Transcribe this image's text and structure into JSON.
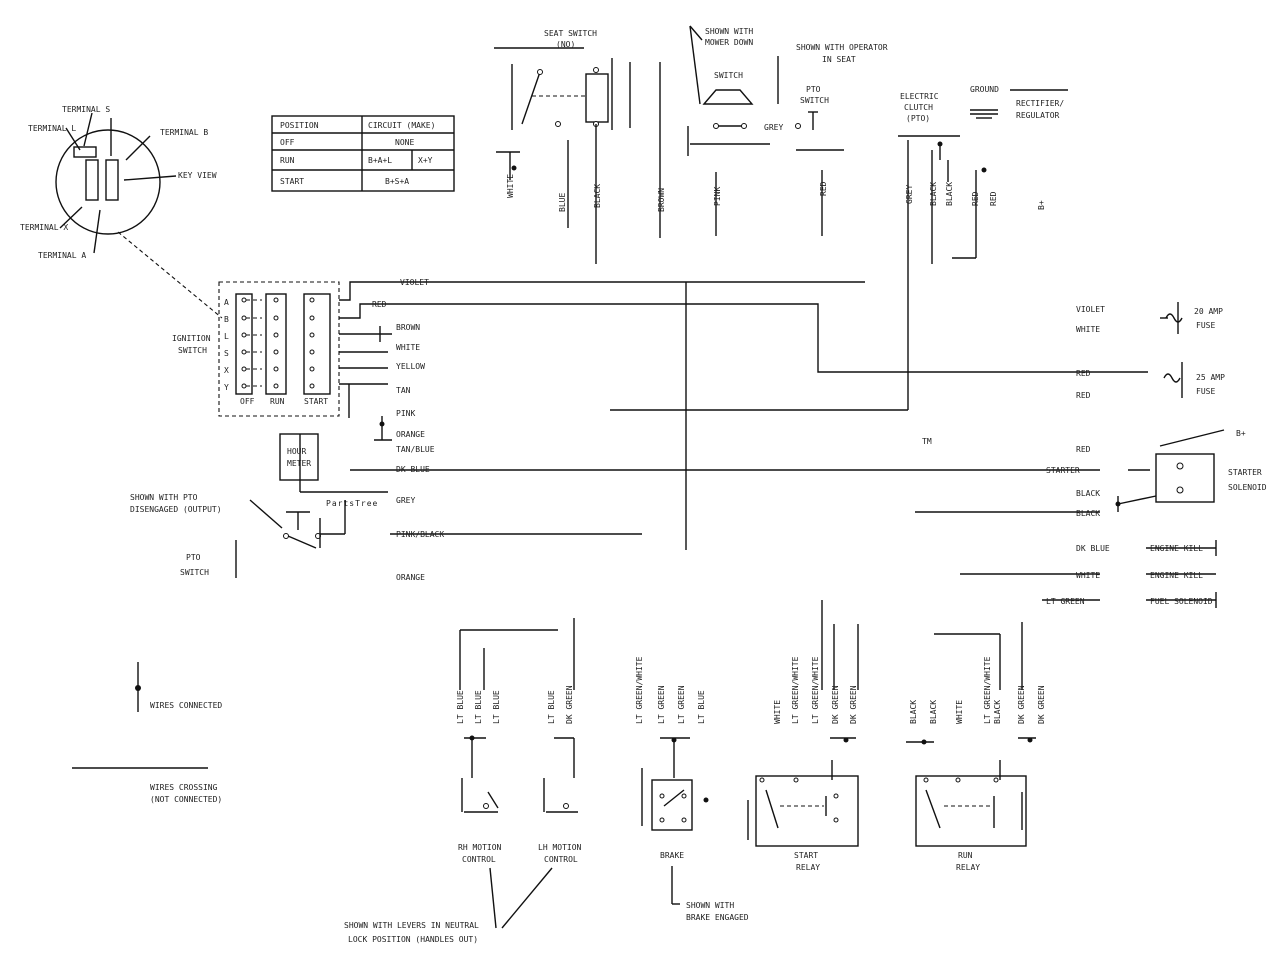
{
  "watermark": {
    "text": "PartsTree",
    "tm": "TM"
  },
  "key_switch": {
    "terminal_s": "TERMINAL S",
    "terminal_l": "TERMINAL L",
    "terminal_b": "TERMINAL B",
    "key_view": "KEY VIEW",
    "terminal_x": "TERMINAL X",
    "terminal_a": "TERMINAL A"
  },
  "position_table": {
    "headers": [
      "POSITION",
      "CIRCUIT (MAKE)"
    ],
    "rows": [
      [
        "OFF",
        "NONE"
      ],
      [
        "RUN",
        "B+A+L",
        "X+Y"
      ],
      [
        "START",
        "B+S+A"
      ]
    ]
  },
  "ignition_switch": {
    "label_1": "IGNITION",
    "label_2": "SWITCH",
    "row_letters": [
      "A",
      "B",
      "L",
      "S",
      "X",
      "Y"
    ],
    "col_labels": [
      "OFF",
      "RUN",
      "START"
    ]
  },
  "top_labels": {
    "seat_switch_1": "SEAT SWITCH",
    "seat_switch_2": "(NO)",
    "shown_with_mower_1": "SHOWN WITH",
    "shown_with_mower_2": "MOWER DOWN",
    "switch": "SWITCH",
    "shown_with_operator_1": "SHOWN WITH OPERATOR",
    "shown_with_operator_2": "IN SEAT",
    "grey": "GREY",
    "pto_switch_top_1": "PTO",
    "pto_switch_top_2": "SWITCH",
    "electric_clutch_1": "ELECTRIC",
    "electric_clutch_2": "CLUTCH",
    "electric_clutch_3": "(PTO)",
    "ground": "GROUND",
    "rectifier_1": "RECTIFIER/",
    "rectifier_2": "REGULATOR"
  },
  "wire_top": {
    "w1": "WHITE",
    "w2": "BLUE",
    "w3": "BLACK",
    "w4": "BROWN",
    "w5": "PINK",
    "w6": "RED",
    "w7": "GREY",
    "w8": "BLACK",
    "w9": "BLACK",
    "w10": "RED",
    "w11": "RED",
    "w12": "B+"
  },
  "harness_labels": {
    "violet": "VIOLET",
    "red": "RED",
    "brown": "BROWN",
    "white": "WHITE",
    "yellow": "YELLOW",
    "tan": "TAN",
    "pink": "PINK",
    "orange": "ORANGE",
    "tan_blue": "TAN/BLUE",
    "dk_blue": "DK BLUE",
    "grey": "GREY",
    "pink_black": "PINK/BLACK",
    "orange2": "ORANGE",
    "hour_meter_1": "HOUR",
    "hour_meter_2": "METER"
  },
  "left_labels": {
    "shown_with_pto_1": "SHOWN WITH PTO",
    "shown_with_pto_2": "DISENGAGED (OUTPUT)",
    "pto_switch_1": "PTO",
    "pto_switch_2": "SWITCH",
    "wires_connected": "WIRES CONNECTED",
    "wires_crossing_1": "WIRES CROSSING",
    "wires_crossing_2": "(NOT CONNECTED)"
  },
  "right_labels": {
    "violet": "VIOLET",
    "white": "WHITE",
    "fuse_20a_1": "20 AMP",
    "fuse_20a_2": "FUSE",
    "red1": "RED",
    "red2": "RED",
    "fuse_25a_1": "25 AMP",
    "fuse_25a_2": "FUSE",
    "red3": "RED",
    "starter_wire": "STARTER",
    "starter_solenoid_1": "STARTER",
    "starter_solenoid_2": "SOLENOID",
    "black1": "BLACK",
    "black2": "BLACK",
    "b_plus": "B+",
    "dk_blue": "DK BLUE",
    "engine_pin_1": "ENGINE KILL",
    "white2": "WHITE",
    "engine_pin_2": "ENGINE KILL",
    "lt_green": "LT GREEN",
    "engine_pin_3": "FUEL SOLENOID"
  },
  "bottom_wires": {
    "g1": [
      "LT BLUE",
      "LT BLUE",
      "LT BLUE"
    ],
    "g2": [
      "LT BLUE",
      "DK GREEN"
    ],
    "g3": [
      "LT GREEN/WHITE",
      "LT GREEN",
      "LT GREEN",
      "LT BLUE"
    ],
    "g4": [
      "WHITE",
      "LT GREEN/WHITE",
      "LT GREEN/WHITE",
      "DK GREEN",
      "DK GREEN"
    ],
    "g5": [
      "BLACK",
      "BLACK",
      "WHITE",
      "LT GREEN/WHITE",
      "BLACK",
      "DK GREEN",
      "DK GREEN"
    ]
  },
  "bottom_labels": {
    "rh_motion_1": "RH MOTION",
    "rh_motion_2": "CONTROL",
    "lh_motion_1": "LH MOTION",
    "lh_motion_2": "CONTROL",
    "brake": "BRAKE",
    "start_relay_1": "START",
    "start_relay_2": "RELAY",
    "run_relay_1": "RUN",
    "run_relay_2": "RELAY",
    "shown_brake_1": "SHOWN WITH",
    "shown_brake_2": "BRAKE ENGAGED",
    "shown_levers_1": "SHOWN WITH LEVERS IN NEUTRAL",
    "shown_levers_2": "LOCK POSITION (HANDLES OUT)"
  }
}
